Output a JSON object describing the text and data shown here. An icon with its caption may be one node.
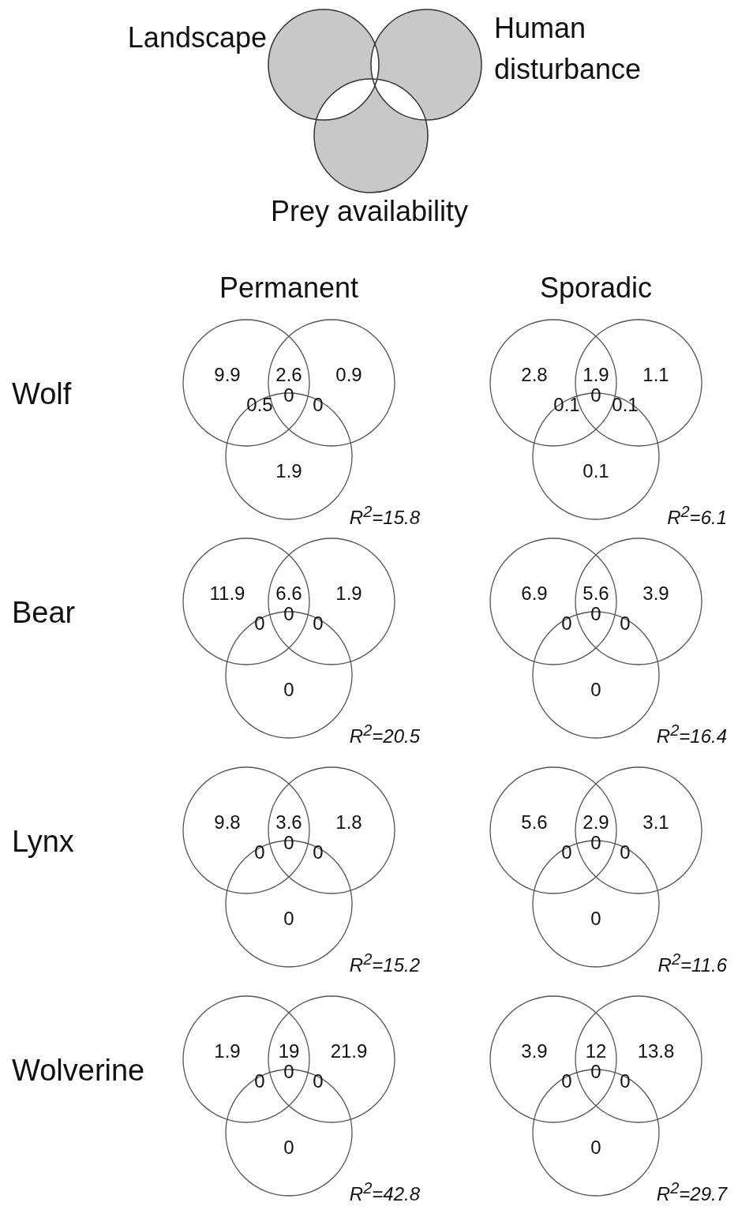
{
  "diagram": {
    "labels": [
      "Landscape",
      "Human disturbance",
      "Prey availability",
      "Permanent",
      "Sporadic",
      "Wolf",
      "9.9",
      "2.6",
      "0.9",
      "0.5",
      "0",
      "0",
      "1.9",
      "R$^{2}$=15.8",
      "2.8",
      "1.9",
      "1.1",
      "0.1",
      "0",
      "0.1",
      "0.1",
      "R$^{2}$=6.1",
      "Bear",
      "11.9",
      "6.6",
      "1.9",
      "0",
      "0",
      "0",
      "0",
      "R$^{2}$=20.5",
      "6.9",
      "5.6",
      "3.9",
      "0",
      "0",
      "0",
      "0",
      "R$^{2}$=16.4",
      "Lynx",
      "9.8",
      "3.6",
      "1.8",
      "0",
      "0",
      "0",
      "0",
      "R$^{2}$=15.2",
      "5.6",
      "2.9",
      "3.1",
      "0",
      "0",
      "0",
      "0",
      "R$^{2}$=11.6",
      "Wolverine",
      "1.9",
      "19",
      "21.9",
      "0",
      "0",
      "0",
      "0",
      "R$^{2}$=42.8",
      "3.9",
      "12",
      "13.8",
      "0",
      "0",
      "0",
      "0",
      "R$^{2}$=29.7"
    ]
  }
}
